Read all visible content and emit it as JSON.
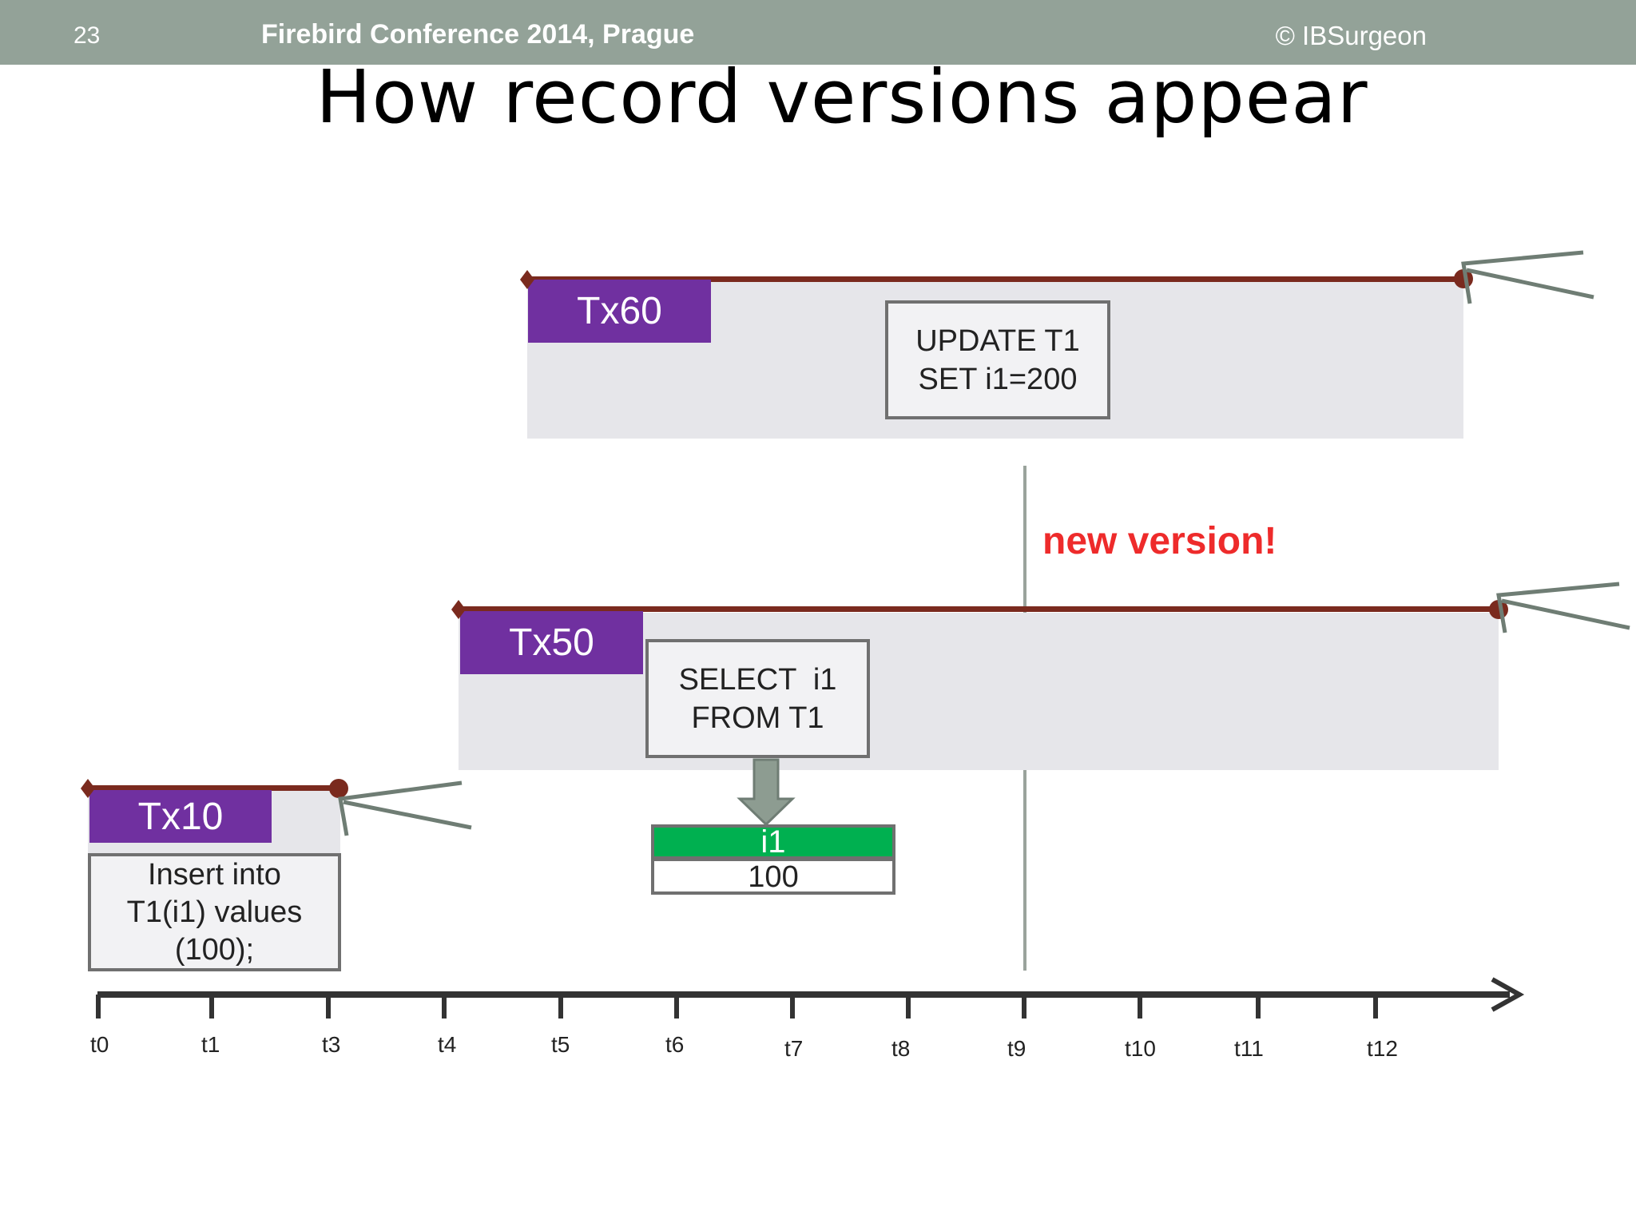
{
  "header": {
    "slide_number": "23",
    "conference": "Firebird Conference 2014, Prague",
    "copyright": "© IBSurgeon"
  },
  "title": "How record versions appear",
  "transactions": [
    {
      "label": "Tx60",
      "statement_lines": [
        "UPDATE T1",
        "SET i1=200"
      ]
    },
    {
      "label": "Tx50",
      "statement_lines": [
        "SELECT  i1",
        "FROM T1"
      ]
    },
    {
      "label": "Tx10",
      "statement_lines": [
        "Insert into",
        "T1(i1) values",
        "(100);"
      ]
    }
  ],
  "annotation": "new version!",
  "record": {
    "column": "i1",
    "value": "100"
  },
  "timeline": {
    "ticks": [
      "t0",
      "t1",
      "t3",
      "t4",
      "t5",
      "t6",
      "t7",
      "t8",
      "t9",
      "t10",
      "t11",
      "t12"
    ]
  },
  "colors": {
    "header_bg": "#93a298",
    "tx_label": "#7030a0",
    "tx_line": "#7a2a1e",
    "annotation": "#ee2b2b",
    "record_header": "#00b050"
  }
}
